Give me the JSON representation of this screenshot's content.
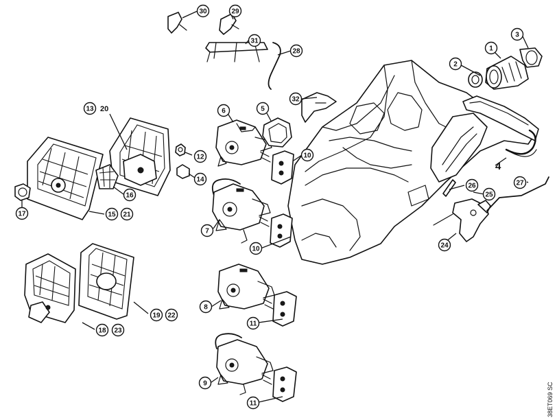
{
  "drawing_code": "38ET069 SC",
  "labels": {
    "c1": "1",
    "c2": "2",
    "c3": "3",
    "l4": "4",
    "c6": "6",
    "c5": "5",
    "c10a": "10",
    "c10b": "10",
    "c7": "7",
    "c8": "8",
    "c9": "9",
    "c11a": "11",
    "c11b": "11",
    "c12": "12",
    "c14": "14",
    "c16": "16",
    "c17": "17",
    "c13": "13",
    "t20": "20",
    "c15": "15",
    "c21": "21",
    "c19": "19",
    "c22": "22",
    "c18": "18",
    "c23": "23",
    "c24": "24",
    "c25": "25",
    "c26": "26",
    "c27": "27",
    "c28": "28",
    "c29": "29",
    "c30": "30",
    "c31": "31",
    "c32": "32"
  },
  "icons": [
    "exploded-parts-drawing"
  ]
}
